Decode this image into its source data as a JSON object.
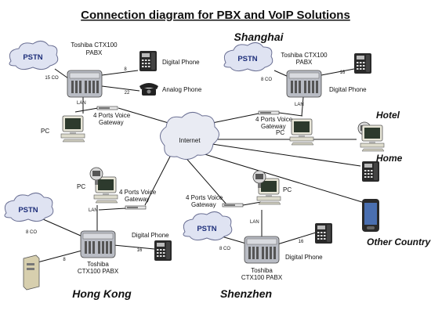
{
  "title": "Connection diagram for PBX and VoIP Solutions",
  "sites": {
    "top_left": {
      "pstn": "PSTN",
      "co_lines": "15 CO",
      "pbx_line1": "Toshiba CTX100",
      "pbx_line2": "PABX",
      "digital_ext": "8",
      "analog_ext": "22",
      "digital_phone": "Digital Phone",
      "analog_phone": "Analog Phone",
      "lan": "LAN",
      "pc": "PC",
      "gateway_line1": "4 Ports Voice",
      "gateway_line2": "Gateway"
    },
    "shanghai": {
      "city": "Shanghai",
      "pstn": "PSTN",
      "co_lines": "8 CO",
      "pbx_line1": "Toshiba CTX100",
      "pbx_line2": "PABX",
      "digital_ext": "16",
      "digital_phone": "Digital Phone",
      "lan": "LAN",
      "pc": "PC",
      "gateway_line1": "4 Ports Voice",
      "gateway_line2": "Gateway"
    },
    "hong_kong": {
      "city": "Hong Kong",
      "pstn": "PSTN",
      "co_lines": "8 CO",
      "pbx_line1": "Toshiba",
      "pbx_line2": "CTX100 PABX",
      "digital_ext": "16",
      "digital_phone": "Digital Phone",
      "extra_ext": "8",
      "lan": "LAN",
      "pc": "PC",
      "gateway_line1": "4 Ports Voice",
      "gateway_line2": "Gateway"
    },
    "shenzhen": {
      "city": "Shenzhen",
      "pstn": "PSTN",
      "co_lines": "8 CO",
      "pbx_line1": "Toshiba",
      "pbx_line2": "CTX100 PABX",
      "digital_ext": "16",
      "digital_phone": "Digital Phone",
      "lan": "LAN",
      "pc": "PC",
      "gateway_line1": "4 Ports Voice",
      "gateway_line2": "Gateway"
    }
  },
  "internet": "Internet",
  "remote": {
    "hotel": "Hotel",
    "home": "Home",
    "other_country": "Other Country"
  },
  "colors": {
    "cloud": "#dfe3f2",
    "cloud_stroke": "#6a6f93",
    "pbx_body": "#b9bcc4",
    "line": "#111111",
    "phone": "#2a2a2a",
    "pstn_text": "#1e2f7a"
  }
}
